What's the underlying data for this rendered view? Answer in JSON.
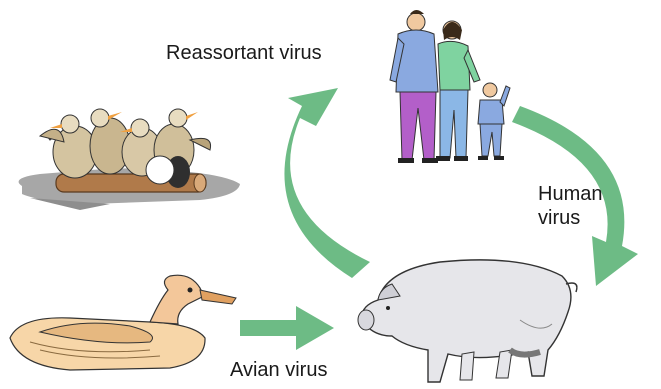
{
  "labels": {
    "reassortant": "Reassortant virus",
    "human_line1": "Human",
    "human_line2": "virus",
    "avian": "Avian virus"
  },
  "colors": {
    "arrow": "#6dbb85",
    "background": "#ffffff",
    "water": "#9a9a9a",
    "log": "#b07a4a",
    "duck_body": "#f7d6a8",
    "duck_head": "#f3c79a",
    "pig": "#e6e6ea",
    "shirt_blue": "#8aa9e0",
    "pants_purple": "#b35fc9",
    "shirt_green": "#7fd3a0",
    "jeans_blue": "#8bb7e6"
  },
  "icons": [
    "seabirds-on-log-icon",
    "family-icon",
    "duck-icon",
    "pig-icon"
  ]
}
